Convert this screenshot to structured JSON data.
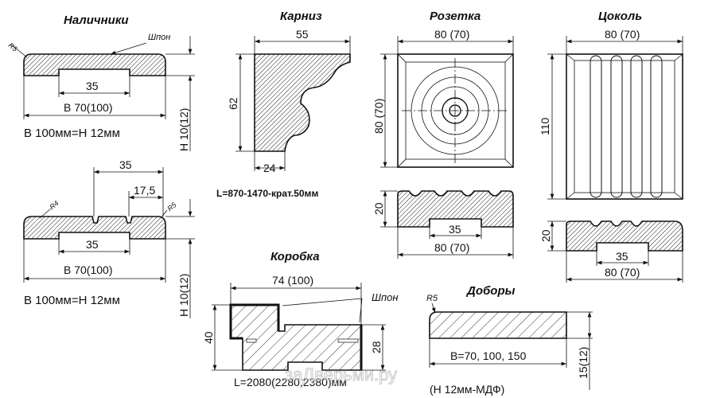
{
  "watermark": "заДверьми.ру",
  "nalichniki": {
    "title": "Наличники",
    "veneer": "Шпон",
    "radius1": "R5",
    "radius2": "R4",
    "radius3": "R5",
    "groove": "35",
    "width": "B 70(100)",
    "note": "B 100мм=H 12мм",
    "height": "H 10(12)",
    "groove2_top": "35",
    "half": "17,5",
    "groove2": "35",
    "width2": "B 70(100)",
    "note2": "B 100мм=H 12мм",
    "height2": "H 10(12)"
  },
  "karniz": {
    "title": "Карниз",
    "width": "55",
    "height": "62",
    "base": "24",
    "length": "L=870-1470-крат.50мм"
  },
  "rozetka": {
    "title": "Розетка",
    "width": "80 (70)",
    "height": "80 (70)",
    "thickness": "20",
    "groove": "35",
    "width2": "80 (70)"
  },
  "tsokol": {
    "title": "Цоколь",
    "width": "80 (70)",
    "height": "110",
    "thickness": "20",
    "groove": "35",
    "width2": "80 (70)"
  },
  "korobka": {
    "title": "Коробка",
    "width": "74 (100)",
    "veneer": "Шпон",
    "height": "40",
    "height2": "28",
    "length": "L=2080(2280,2380)мм"
  },
  "dobory": {
    "title": "Доборы",
    "radius": "R5",
    "width": "B=70, 100, 150",
    "thickness": "15(12)",
    "note": "(H 12мм-МДФ)"
  }
}
